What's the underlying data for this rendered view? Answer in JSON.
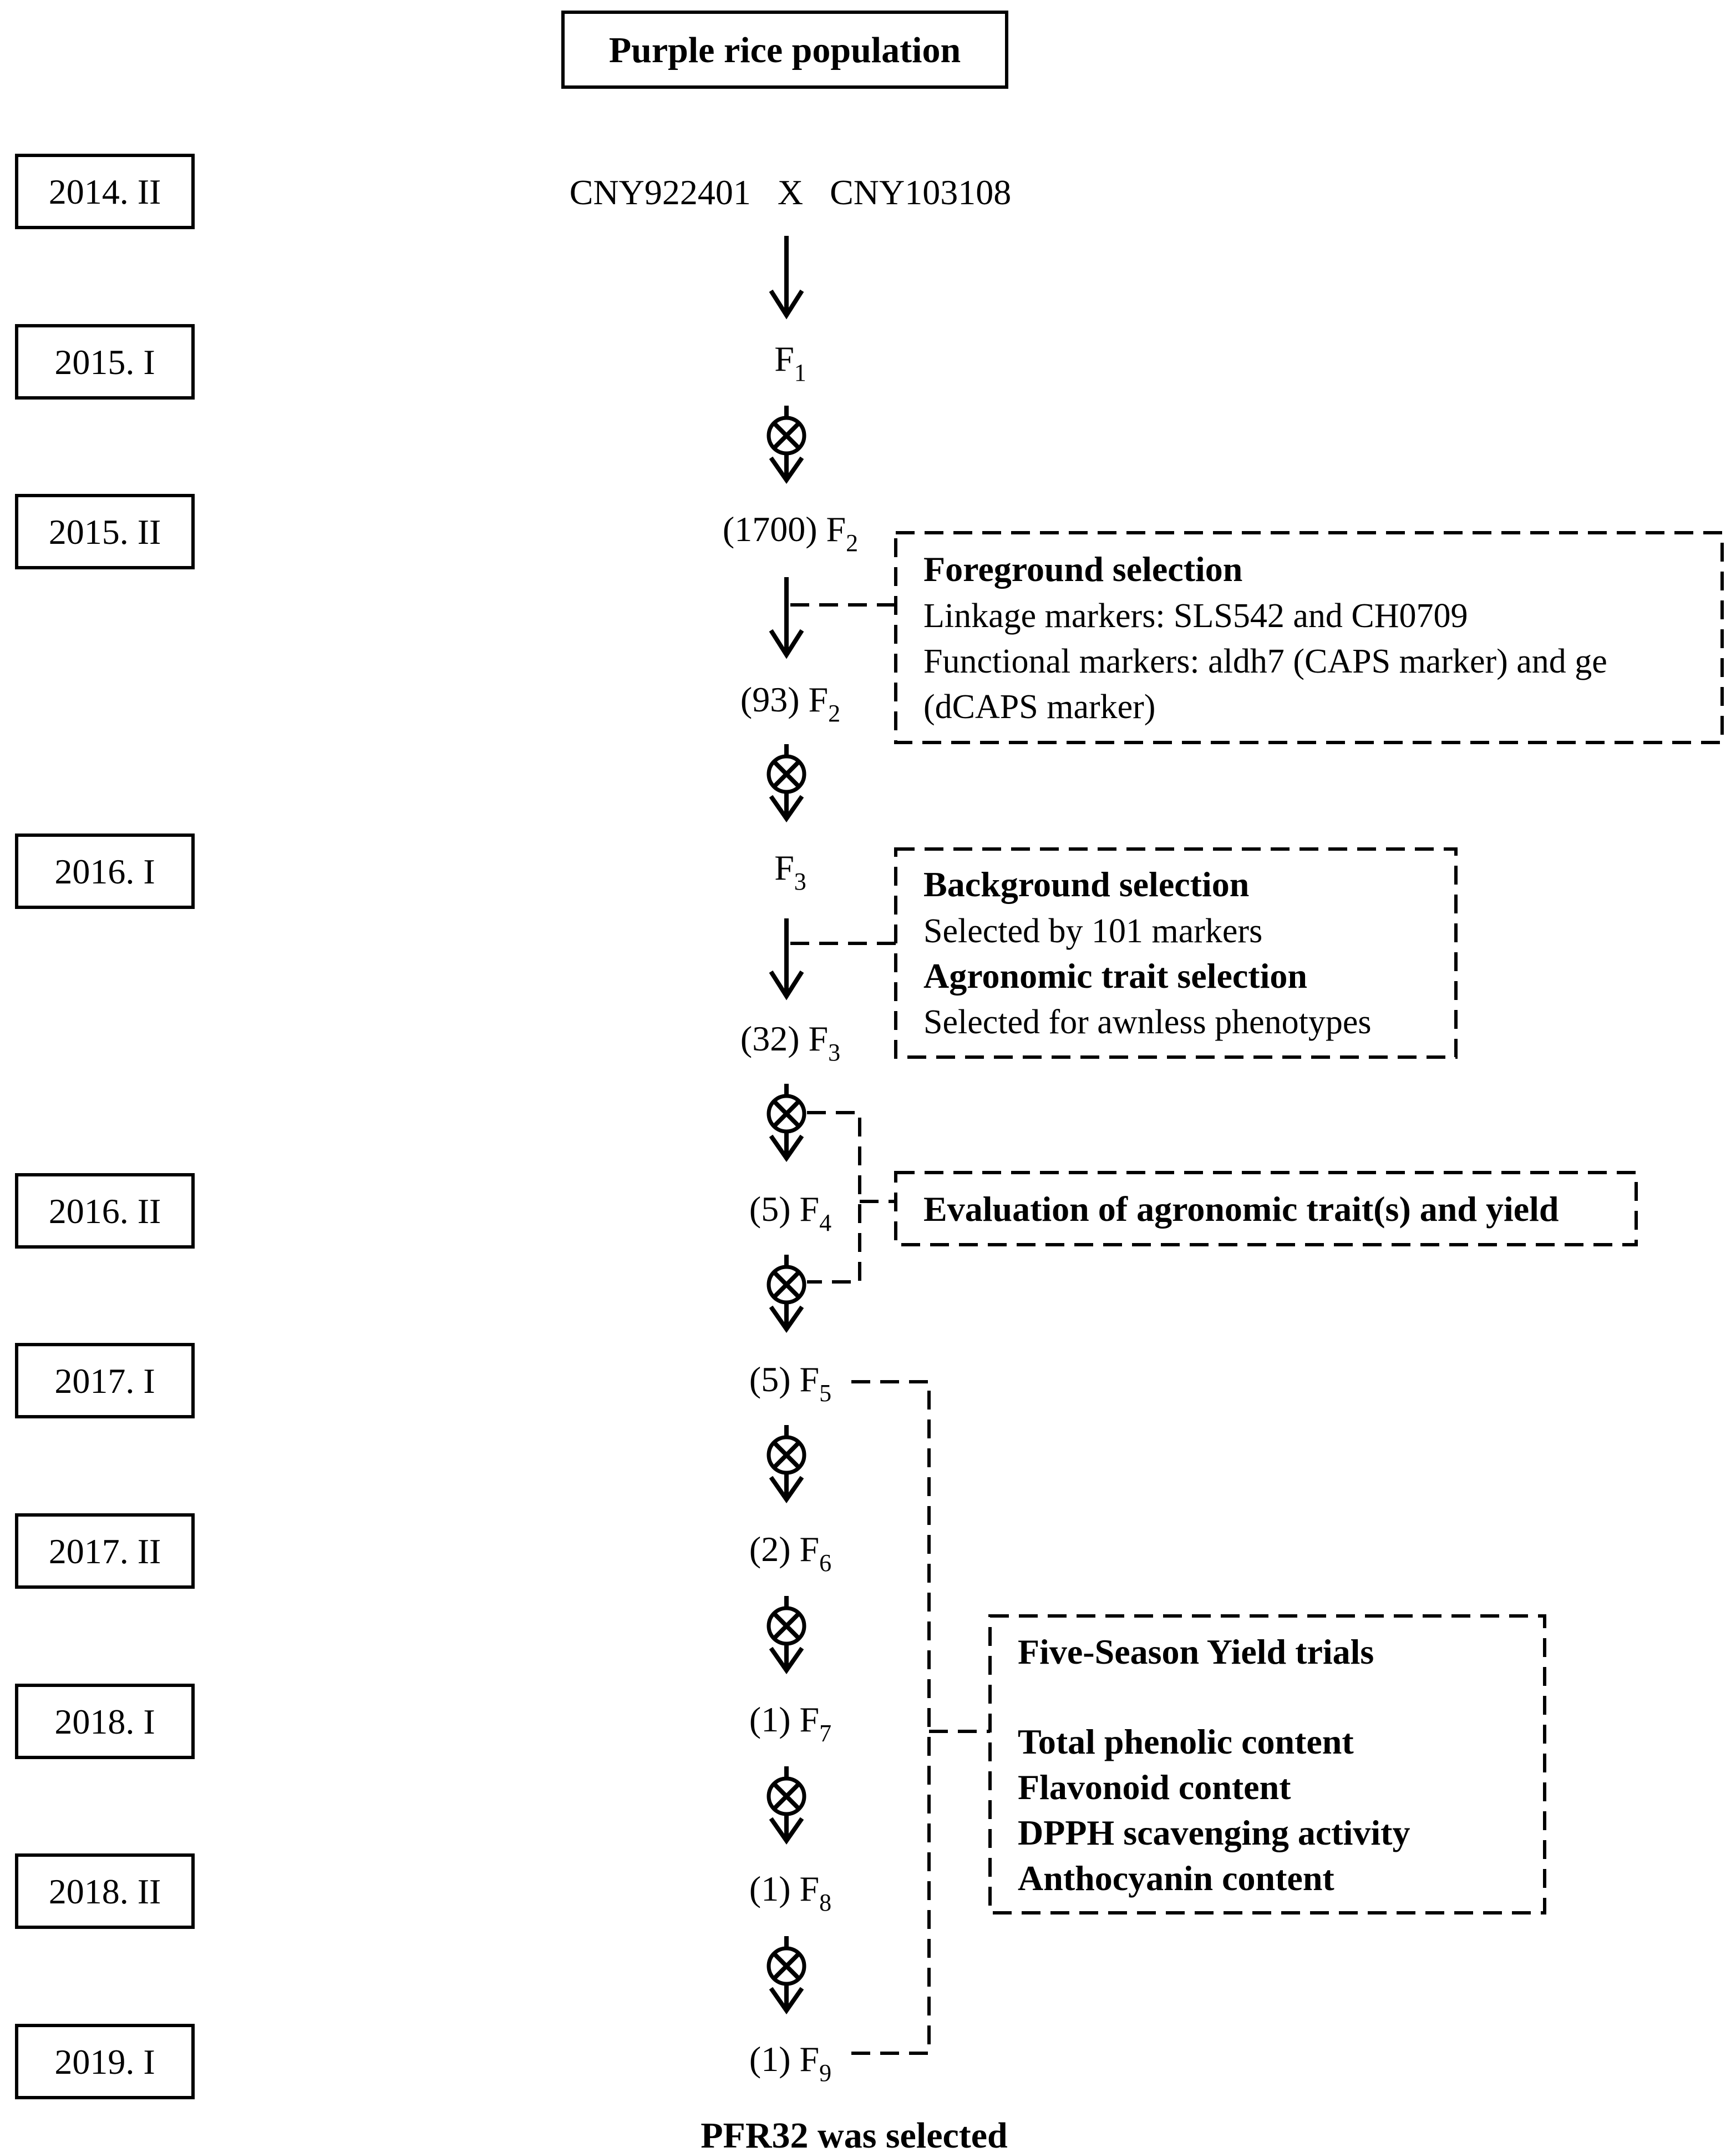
{
  "title": "Purple rice population",
  "seasons": [
    "2014. II",
    "2015. I",
    "2015. II",
    "2016. I",
    "2016. II",
    "2017. I",
    "2017. II",
    "2018. I",
    "2018. II",
    "2019. I"
  ],
  "cross": {
    "parent1": "CNY922401",
    "symbol": "X",
    "parent2": "CNY103108"
  },
  "generations": [
    {
      "count": "",
      "gen": "F",
      "sub": "1"
    },
    {
      "count": "(1700)",
      "gen": "F",
      "sub": "2"
    },
    {
      "count": "(93)",
      "gen": "F",
      "sub": "2"
    },
    {
      "count": "",
      "gen": "F",
      "sub": "3"
    },
    {
      "count": "(32)",
      "gen": "F",
      "sub": "3"
    },
    {
      "count": "(5)",
      "gen": "F",
      "sub": "4"
    },
    {
      "count": "(5)",
      "gen": "F",
      "sub": "5"
    },
    {
      "count": "(2)",
      "gen": "F",
      "sub": "6"
    },
    {
      "count": "(1)",
      "gen": "F",
      "sub": "7"
    },
    {
      "count": "(1)",
      "gen": "F",
      "sub": "8"
    },
    {
      "count": "(1)",
      "gen": "F",
      "sub": "9"
    }
  ],
  "boxes": {
    "foreground": {
      "heading": "Foreground selection",
      "lines": [
        "Linkage markers: SLS542 and CH0709",
        "Functional markers: aldh7 (CAPS marker) and ge",
        "(dCAPS marker)"
      ]
    },
    "background": {
      "heading1": "Background selection",
      "line1": "Selected by 101 markers",
      "heading2": "Agronomic trait selection",
      "line2": "Selected for awnless phenotypes"
    },
    "evaluation": {
      "heading": "Evaluation of agronomic trait(s) and yield"
    },
    "yield": {
      "heading": "Five-Season Yield trials",
      "items": [
        "Total phenolic content",
        "Flavonoid content",
        "DPPH scavenging activity",
        "Anthocyanin content"
      ]
    }
  },
  "result": "PFR32 was selected"
}
